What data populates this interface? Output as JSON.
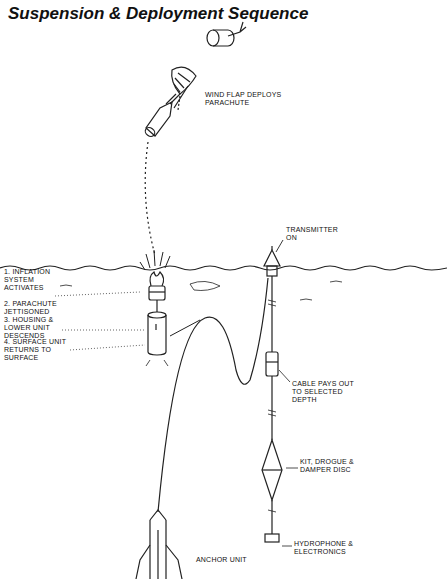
{
  "diagram": {
    "title": "Suspension & Deployment Sequence",
    "labels": [
      "WIND FLAP DEPLOYS PARACHUTE",
      "TRANSMITTER ON",
      "1. INFLATION SYSTEM ACTIVATES",
      "2. PARACHUTE JETTISONED",
      "3. HOUSING & LOWER UNIT DESCENDS",
      "4. SURFACE UNIT RETURNS TO SURFACE",
      "CABLE PAYS OUT TO SELECTED DEPTH",
      "KIT, DROGUE & DAMPER DISC",
      "HYDROPHONE & ELECTRONICS",
      "ANCHOR UNIT"
    ]
  }
}
